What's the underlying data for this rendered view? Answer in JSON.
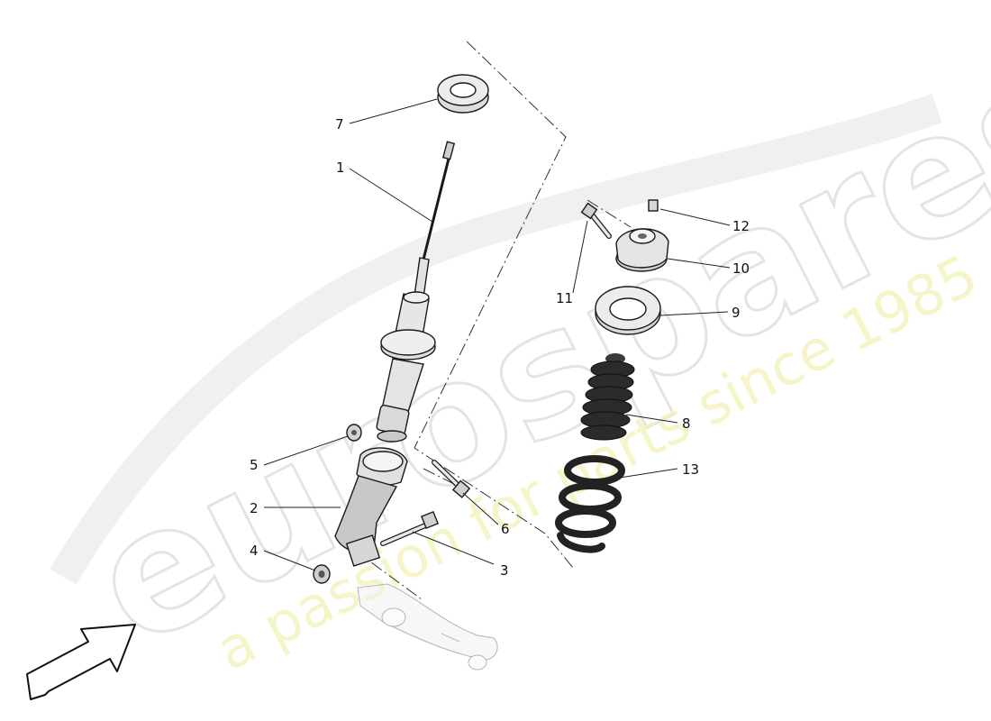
{
  "diagram": {
    "watermark": {
      "brand": "eurospares",
      "tagline": "a passion for parts since 1985"
    },
    "callouts": [
      {
        "id": "1",
        "label": "1"
      },
      {
        "id": "2",
        "label": "2"
      },
      {
        "id": "3",
        "label": "3"
      },
      {
        "id": "4",
        "label": "4"
      },
      {
        "id": "5",
        "label": "5"
      },
      {
        "id": "6",
        "label": "6"
      },
      {
        "id": "7",
        "label": "7"
      },
      {
        "id": "8",
        "label": "8"
      },
      {
        "id": "9",
        "label": "9"
      },
      {
        "id": "10",
        "label": "10"
      },
      {
        "id": "11",
        "label": "11"
      },
      {
        "id": "12",
        "label": "12"
      },
      {
        "id": "13",
        "label": "13"
      }
    ],
    "colors": {
      "line": "#1a1a1a",
      "part_fill": "#e6e6e6",
      "part_shade": "#b9b9b9",
      "boot": "#2b2b2b",
      "spring": "#222222",
      "watermark_gray": "#e4e4e4",
      "watermark_yellow": "#f3f1b8"
    },
    "icons": [
      "direction-arrow-icon"
    ]
  }
}
